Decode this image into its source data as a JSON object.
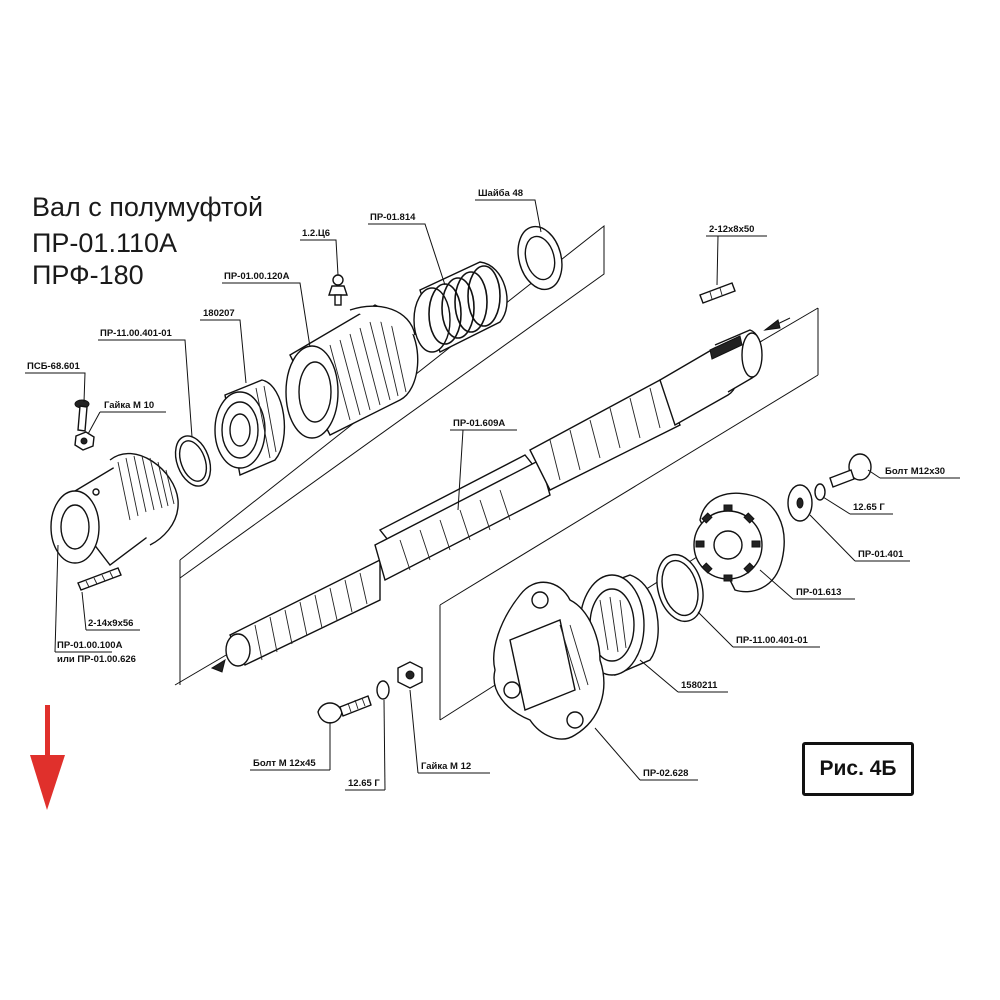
{
  "title": {
    "line1": "Вал с полумуфтой",
    "line2": "ПР-01.110А",
    "line3": "ПРФ-180"
  },
  "figure_label": "Рис. 4Б",
  "labels": {
    "washer48": "Шайба 48",
    "pr01814": "ПР-01.814",
    "l12ts6": "1.2.Ц6",
    "pr0100120a": "ПР-01.00.120А",
    "b180207": "180207",
    "pr1100401a": "ПР-11.00.401-01",
    "psb": "ПСБ-68.601",
    "nutm10": "Гайка М 10",
    "key2_12": "2-12х8х50",
    "pr01609a": "ПР-01.609А",
    "boltm12x30": "Болт М12х30",
    "washer1265a": "12.65 Г",
    "pr01401": "ПР-01.401",
    "pr01613": "ПР-01.613",
    "pr1100401b": "ПР-11.00.401-01",
    "b1580211": "1580211",
    "pr02628": "ПР-02.628",
    "key2_14": "2-14х9х56",
    "pr0100100a": "ПР-01.00.100А",
    "or_pr0100626": "или ПР-01.00.626",
    "boltm12x45": "Болт М 12х45",
    "washer1265b": "12.65 Г",
    "nutm12": "Гайка М 12"
  },
  "colors": {
    "arrow": "#e0302c",
    "ink": "#111111"
  },
  "icons": {
    "down_arrow": "down-arrow-icon"
  }
}
